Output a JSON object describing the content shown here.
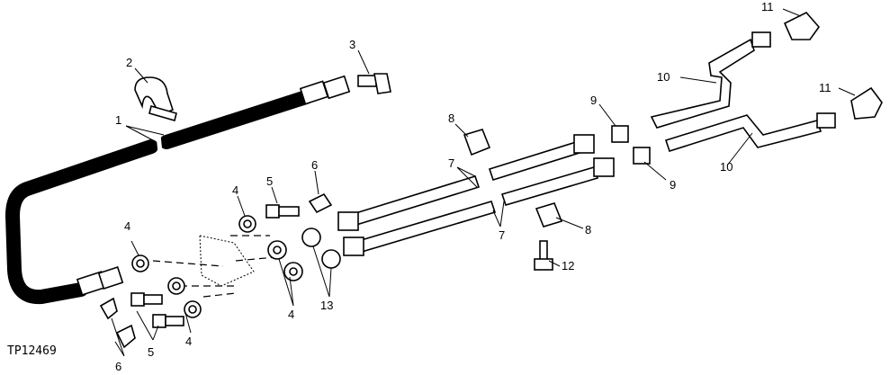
{
  "figure": {
    "reference_code": "TP12469",
    "callouts": {
      "c1": "1",
      "c2": "2",
      "c3": "3",
      "c4a": "4",
      "c4b": "4",
      "c4c": "4",
      "c4d": "4",
      "c5a": "5",
      "c5b": "5",
      "c6a": "6",
      "c6b": "6",
      "c7a": "7",
      "c7b": "7",
      "c8a": "8",
      "c8b": "8",
      "c9a": "9",
      "c9b": "9",
      "c10a": "10",
      "c10b": "10",
      "c11a": "11",
      "c11b": "11",
      "c12": "12",
      "c13": "13"
    }
  }
}
